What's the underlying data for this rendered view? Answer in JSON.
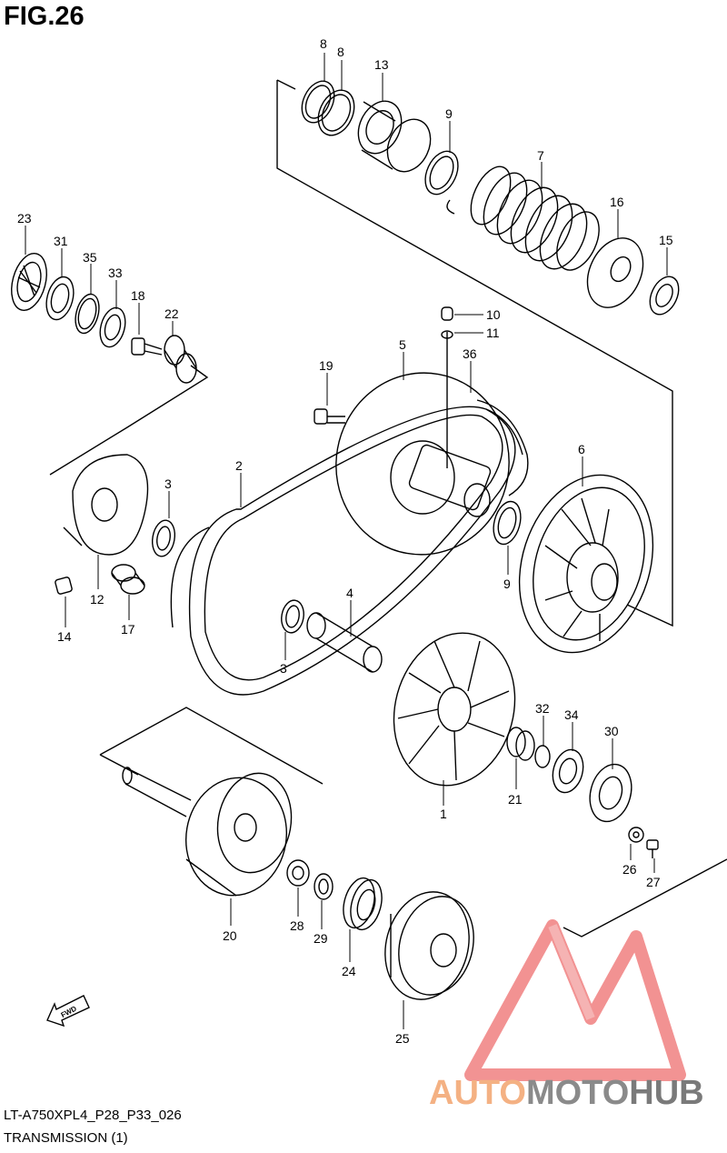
{
  "header": {
    "figure_title": "FIG.26"
  },
  "footer": {
    "code": "LT-A750XPL4_P28_P33_026",
    "title": "TRANSMISSION (1)"
  },
  "fwd_label": "FWD",
  "watermark": {
    "part1": "AUTO",
    "part2": "MOTO",
    "part3": "HUB",
    "colors": {
      "accent": "#f08080",
      "light": "#f4b183",
      "gray": "#8a8a8a"
    }
  },
  "callouts": [
    {
      "key": "c8a",
      "text": "8"
    },
    {
      "key": "c8b",
      "text": "8"
    },
    {
      "key": "c13",
      "text": "13"
    },
    {
      "key": "c9a",
      "text": "9"
    },
    {
      "key": "c7",
      "text": "7"
    },
    {
      "key": "c16",
      "text": "16"
    },
    {
      "key": "c15",
      "text": "15"
    },
    {
      "key": "c23",
      "text": "23"
    },
    {
      "key": "c31",
      "text": "31"
    },
    {
      "key": "c35",
      "text": "35"
    },
    {
      "key": "c33",
      "text": "33"
    },
    {
      "key": "c18",
      "text": "18"
    },
    {
      "key": "c22",
      "text": "22"
    },
    {
      "key": "c10",
      "text": "10"
    },
    {
      "key": "c11",
      "text": "11"
    },
    {
      "key": "c5",
      "text": "5"
    },
    {
      "key": "c36",
      "text": "36"
    },
    {
      "key": "c19",
      "text": "19"
    },
    {
      "key": "c6",
      "text": "6"
    },
    {
      "key": "c2",
      "text": "2"
    },
    {
      "key": "c3a",
      "text": "3"
    },
    {
      "key": "c9b",
      "text": "9"
    },
    {
      "key": "c12",
      "text": "12"
    },
    {
      "key": "c14",
      "text": "14"
    },
    {
      "key": "c17",
      "text": "17"
    },
    {
      "key": "c4",
      "text": "4"
    },
    {
      "key": "c3b",
      "text": "3"
    },
    {
      "key": "c32",
      "text": "32"
    },
    {
      "key": "c34",
      "text": "34"
    },
    {
      "key": "c30",
      "text": "30"
    },
    {
      "key": "c21",
      "text": "21"
    },
    {
      "key": "c1",
      "text": "1"
    },
    {
      "key": "c26",
      "text": "26"
    },
    {
      "key": "c27",
      "text": "27"
    },
    {
      "key": "c20",
      "text": "20"
    },
    {
      "key": "c28",
      "text": "28"
    },
    {
      "key": "c29",
      "text": "29"
    },
    {
      "key": "c24",
      "text": "24"
    },
    {
      "key": "c25",
      "text": "25"
    }
  ]
}
